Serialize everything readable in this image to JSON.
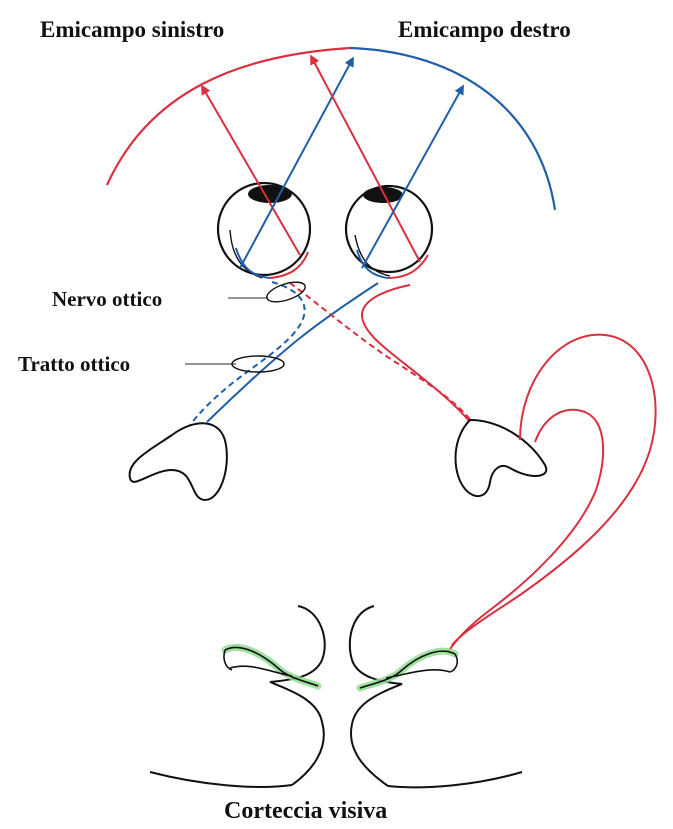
{
  "labels": {
    "left_field": "Emicampo sinistro",
    "right_field": "Emicampo destro",
    "optic_nerve": "Nervo ottico",
    "optic_tract": "Tratto ottico",
    "visual_cortex": "Corteccia visiva"
  },
  "colors": {
    "red_pathway": "#d9303f",
    "blue_pathway": "#1f5fa8",
    "outline": "#111111",
    "cortex_highlight": "#8fdc8f"
  }
}
